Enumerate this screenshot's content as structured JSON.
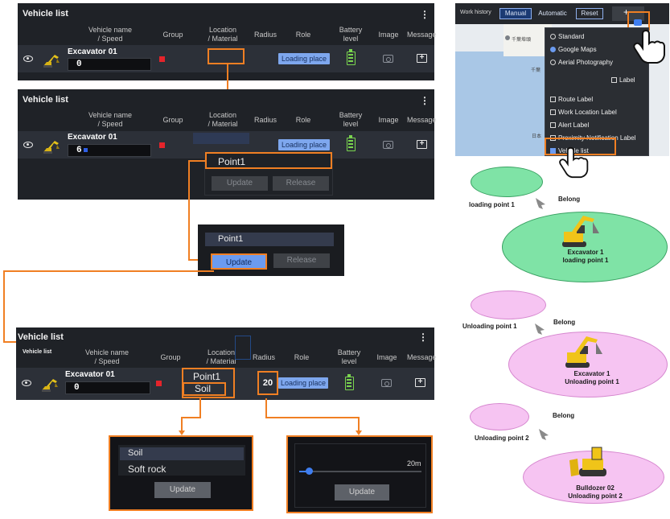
{
  "vehicle_list": {
    "title": "Vehicle list",
    "title_small": "Vehicle list",
    "kebab": "⋮",
    "headers": {
      "vehicle_name": "Vehicle name",
      "speed": "/ Speed",
      "group": "Group",
      "location": "Location",
      "material": "/ Material",
      "radius": "Radius",
      "role": "Role",
      "battery": "Battery",
      "battery_level": "level",
      "image": "Image",
      "message": "Message"
    },
    "vehicle": {
      "name": "Excavator 01",
      "speed_panel1": "0",
      "speed_panel2": "6",
      "speed_panel3": "0",
      "role": "Loading place",
      "location": "Point1",
      "material": "Soil",
      "radius": "20"
    }
  },
  "location_dropdown": {
    "field_value": "Point1",
    "update_label": "Update",
    "release_label": "Release"
  },
  "material_dropdown": {
    "options": [
      "Soil",
      "Soft rock"
    ],
    "selected": "Soil",
    "update_label": "Update"
  },
  "radius_dropdown": {
    "value_label": "20m",
    "value": 20,
    "slider_fraction": 0.08,
    "update_label": "Update"
  },
  "map": {
    "work_history": "Work history",
    "manual": "Manual",
    "automatic": "Automatic",
    "reset": "Reset",
    "zoom_in": "+",
    "zoom_out": "−",
    "place_label": "千葉埠頭",
    "place_label_2": "千葉",
    "place_label_3": "日本",
    "layer_options": [
      {
        "label": "Standard",
        "type": "radio",
        "checked": false
      },
      {
        "label": "Google Maps",
        "type": "radio",
        "checked": true
      },
      {
        "label": "Aerial Photography",
        "type": "radio",
        "checked": false
      }
    ],
    "label_option": "Label",
    "check_options": [
      {
        "label": "Route Label",
        "checked": false
      },
      {
        "label": "Work Location Label",
        "checked": false
      },
      {
        "label": "Alert Label",
        "checked": false
      },
      {
        "label": "Proximity Notification Label",
        "checked": false
      },
      {
        "label": "Vehicle list",
        "checked": true
      }
    ]
  },
  "diagrams": [
    {
      "point_label": "loading point 1",
      "belong": "Belong",
      "vehicle": "Excavator 1",
      "point": "loading point 1",
      "color": "#7fe3a6"
    },
    {
      "point_label": "Unloading point 1",
      "belong": "Belong",
      "vehicle": "Excavator 1",
      "point": "Unloading point 1",
      "color": "#f6c4f2"
    },
    {
      "point_label": "Unloading point 2",
      "belong": "Belong",
      "vehicle": "Bulldozer 02",
      "point": "Unloading point 2",
      "color": "#f6c4f2"
    }
  ],
  "colors": {
    "accent_orange": "#f07f23",
    "role_blue": "#7ea7ee",
    "battery_green": "#7ad54f",
    "group_red": "#e5242b"
  }
}
